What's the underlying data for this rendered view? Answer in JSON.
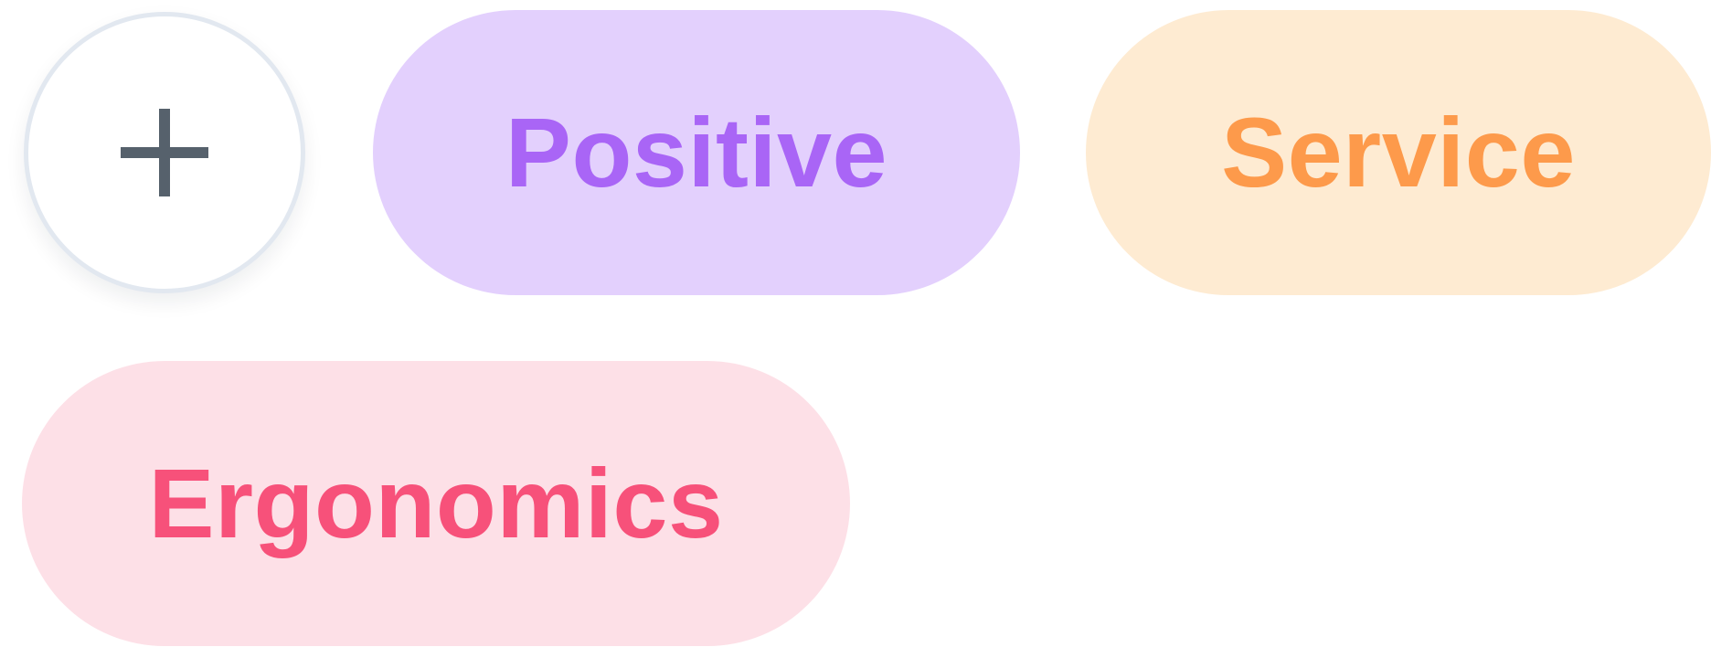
{
  "add_button": {
    "icon": "plus-icon",
    "icon_color": "#56616c",
    "border_color": "#e2e8f0"
  },
  "tags": [
    {
      "label": "Positive",
      "background": "#e3d0fd",
      "color": "#a965f6"
    },
    {
      "label": "Service",
      "background": "#feebd2",
      "color": "#fd9a4b"
    },
    {
      "label": "Ergonomics",
      "background": "#fde0e7",
      "color": "#f7517a"
    }
  ]
}
